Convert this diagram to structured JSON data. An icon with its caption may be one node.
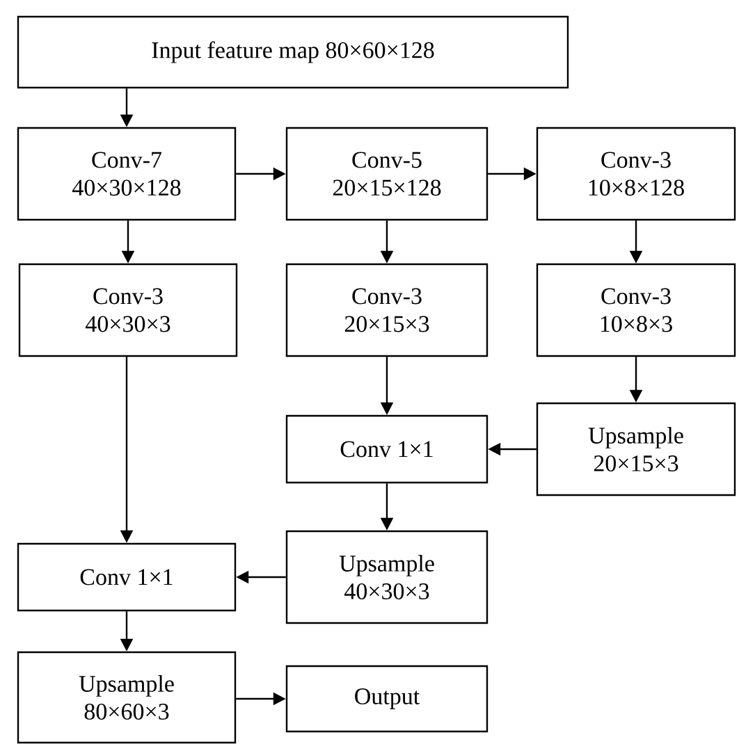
{
  "diagram": {
    "nodes": [
      {
        "text": [
          "Input feature map 80×60×128"
        ]
      },
      {
        "text": [
          "Conv-7",
          "40×30×128"
        ]
      },
      {
        "text": [
          "Conv-5",
          "20×15×128"
        ]
      },
      {
        "text": [
          "Conv-3",
          "10×8×128"
        ]
      },
      {
        "text": [
          "Conv-3",
          "40×30×3"
        ]
      },
      {
        "text": [
          "Conv-3",
          "20×15×3"
        ]
      },
      {
        "text": [
          "Conv-3",
          "10×8×3"
        ]
      },
      {
        "text": [
          "Upsample",
          "20×15×3"
        ]
      },
      {
        "text": [
          "Conv 1×1"
        ]
      },
      {
        "text": [
          "Upsample",
          "40×30×3"
        ]
      },
      {
        "text": [
          "Conv 1×1"
        ]
      },
      {
        "text": [
          "Upsample",
          "80×60×3"
        ]
      },
      {
        "text": [
          "Output"
        ]
      }
    ],
    "edges": [
      {
        "from": 0,
        "to": 1,
        "arrow": "to"
      },
      {
        "from": 1,
        "to": 2,
        "arrow": "to"
      },
      {
        "from": 2,
        "to": 3,
        "arrow": "to"
      },
      {
        "from": 1,
        "to": 4,
        "arrow": "to"
      },
      {
        "from": 2,
        "to": 5,
        "arrow": "to"
      },
      {
        "from": 3,
        "to": 6,
        "arrow": "to"
      },
      {
        "from": 4,
        "to": 10,
        "arrow": "to"
      },
      {
        "from": 5,
        "to": 8,
        "arrow": "to"
      },
      {
        "from": 6,
        "to": 7,
        "arrow": "to"
      },
      {
        "from": 7,
        "to": 8,
        "arrow": "to"
      },
      {
        "from": 8,
        "to": 9,
        "arrow": "to"
      },
      {
        "from": 9,
        "to": 10,
        "arrow": "to"
      },
      {
        "from": 10,
        "to": 11,
        "arrow": "to"
      },
      {
        "from": 11,
        "to": 12,
        "arrow": "to"
      }
    ]
  }
}
